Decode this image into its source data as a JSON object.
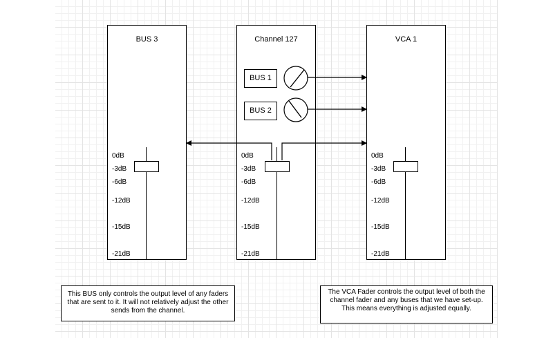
{
  "panels": {
    "bus3": {
      "title": "BUS 3"
    },
    "channel": {
      "title": "Channel 127",
      "sends": [
        {
          "label": "BUS 1"
        },
        {
          "label": "BUS 2"
        }
      ]
    },
    "vca": {
      "title": "VCA 1"
    }
  },
  "scale": [
    "0dB",
    "-3dB",
    "-6dB",
    "-12dB",
    "-15dB",
    "-21dB"
  ],
  "notes": {
    "left": "This BUS only controls the output level of any faders that are sent to it. It will not relatively adjust the other sends from the channel.",
    "right": "The VCA Fader controls the output level of both the channel fader and any buses that we have set-up. This means everything is adjusted equally."
  }
}
